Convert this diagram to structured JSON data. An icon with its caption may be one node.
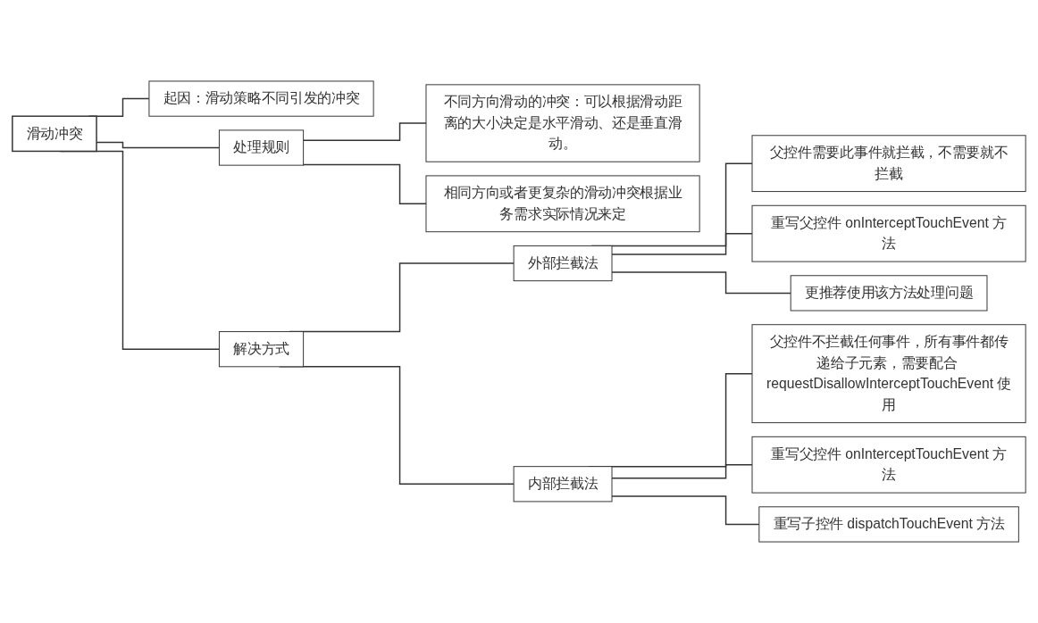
{
  "diagram": {
    "nodes": [
      {
        "text": [
          "滑动冲突"
        ]
      },
      {
        "text": [
          "起因：滑动策略不同引发的冲突"
        ]
      },
      {
        "text": [
          "处理规则"
        ]
      },
      {
        "text": [
          "不同方向滑动的冲突：可以根据滑动距离的大小决定是水平滑动、还是垂直滑动。"
        ]
      },
      {
        "text": [
          "相同方向或者更复杂的滑动冲突根据业务需求实际情况来定"
        ]
      },
      {
        "text": [
          "解决方式"
        ]
      },
      {
        "text": [
          "外部拦截法"
        ]
      },
      {
        "text": [
          "父控件需要此事件就拦截，不需要就不拦截"
        ]
      },
      {
        "text": [
          "重写父控件 onInterceptTouchEvent 方法"
        ]
      },
      {
        "text": [
          "更推荐使用该方法处理问题"
        ]
      },
      {
        "text": [
          "内部拦截法"
        ]
      },
      {
        "text": [
          "父控件不拦截任何事件，所有事件都传递给子元素，需要配合 requestDisallowInterceptTouchEvent 使用"
        ]
      },
      {
        "text": [
          "重写父控件 onInterceptTouchEvent 方法"
        ]
      },
      {
        "text": [
          "重写子控件 dispatchTouchEvent 方法"
        ]
      }
    ],
    "edges": [
      {
        "from": 0,
        "to": 1,
        "arrow": "none"
      },
      {
        "from": 0,
        "to": 2,
        "arrow": "none"
      },
      {
        "from": 0,
        "to": 5,
        "arrow": "none"
      },
      {
        "from": 2,
        "to": 3,
        "arrow": "none"
      },
      {
        "from": 2,
        "to": 4,
        "arrow": "none"
      },
      {
        "from": 5,
        "to": 6,
        "arrow": "none"
      },
      {
        "from": 5,
        "to": 10,
        "arrow": "none"
      },
      {
        "from": 6,
        "to": 7,
        "arrow": "none"
      },
      {
        "from": 6,
        "to": 8,
        "arrow": "none"
      },
      {
        "from": 6,
        "to": 9,
        "arrow": "none"
      },
      {
        "from": 10,
        "to": 11,
        "arrow": "none"
      },
      {
        "from": 10,
        "to": 12,
        "arrow": "none"
      },
      {
        "from": 10,
        "to": 13,
        "arrow": "none"
      }
    ]
  }
}
